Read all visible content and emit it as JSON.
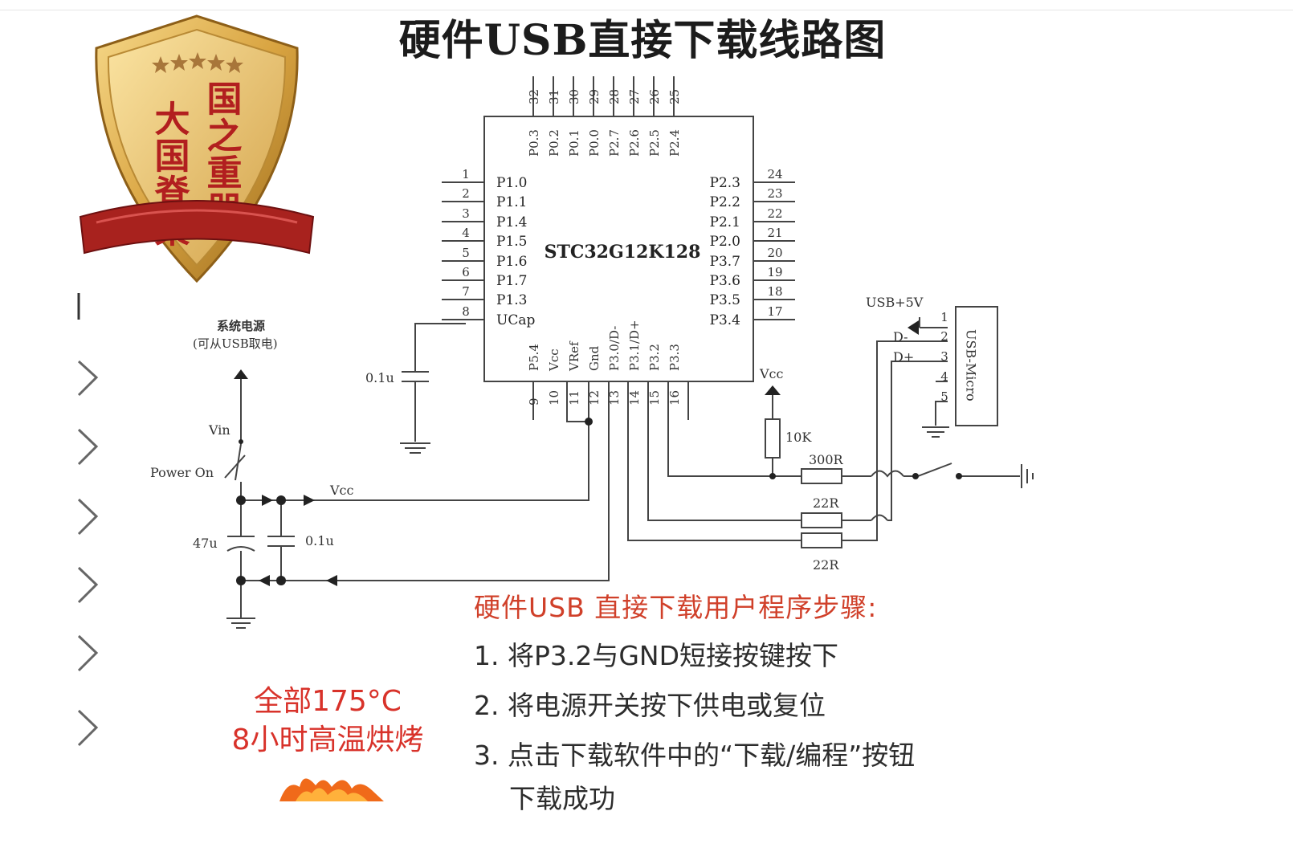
{
  "title": "硬件USB直接下载线路图",
  "badge": {
    "left_text": "大国脊梁",
    "right_text": "国之重器",
    "colors": {
      "gold": "#d9a441",
      "gold_dark": "#9a6a1c",
      "red": "#b21f1f",
      "ribbon": "#a8221e"
    }
  },
  "chip": {
    "name": "STC32G12K128",
    "top_pins": [
      {
        "num": "32",
        "label": "P0.3"
      },
      {
        "num": "31",
        "label": "P0.2"
      },
      {
        "num": "30",
        "label": "P0.1"
      },
      {
        "num": "29",
        "label": "P0.0"
      },
      {
        "num": "28",
        "label": "P2.7"
      },
      {
        "num": "27",
        "label": "P2.6"
      },
      {
        "num": "26",
        "label": "P2.5"
      },
      {
        "num": "25",
        "label": "P2.4"
      }
    ],
    "left_pins": [
      {
        "num": "1",
        "label": "P1.0"
      },
      {
        "num": "2",
        "label": "P1.1"
      },
      {
        "num": "3",
        "label": "P1.4"
      },
      {
        "num": "4",
        "label": "P1.5"
      },
      {
        "num": "5",
        "label": "P1.6"
      },
      {
        "num": "6",
        "label": "P1.7"
      },
      {
        "num": "7",
        "label": "P1.3"
      },
      {
        "num": "8",
        "label": "UCap"
      }
    ],
    "right_pins": [
      {
        "num": "24",
        "label": "P2.3"
      },
      {
        "num": "23",
        "label": "P2.2"
      },
      {
        "num": "22",
        "label": "P2.1"
      },
      {
        "num": "21",
        "label": "P2.0"
      },
      {
        "num": "20",
        "label": "P3.7"
      },
      {
        "num": "19",
        "label": "P3.6"
      },
      {
        "num": "18",
        "label": "P3.5"
      },
      {
        "num": "17",
        "label": "P3.4"
      }
    ],
    "bottom_pins": [
      {
        "num": "9",
        "label": "P5.4"
      },
      {
        "num": "10",
        "label": "Vcc"
      },
      {
        "num": "11",
        "label": "VRef"
      },
      {
        "num": "12",
        "label": "Gnd"
      },
      {
        "num": "13",
        "label": "P3.0/D-"
      },
      {
        "num": "14",
        "label": "P3.1/D+"
      },
      {
        "num": "15",
        "label": "P3.2"
      },
      {
        "num": "16",
        "label": "P3.3"
      }
    ]
  },
  "labels": {
    "ucap_cap": "0.1u",
    "power_title": "系统电源",
    "power_sub": "(可从USB取电)",
    "vin": "Vin",
    "power_on": "Power On",
    "vcc_wire": "Vcc",
    "cap_47u": "47u",
    "cap_01u": "0.1u",
    "vcc_top": "Vcc",
    "r_10k": "10K",
    "r_300": "300R",
    "r_22a": "22R",
    "r_22b": "22R",
    "usb_5v": "USB+5V",
    "d_minus": "D-",
    "d_plus": "D+",
    "usb_name": "USB-Micro",
    "usb_pins": [
      "1",
      "2",
      "3",
      "4",
      "5"
    ]
  },
  "steps": {
    "heading": "硬件USB 直接下载用户程序步骤:",
    "items": [
      "1. 将P3.2与GND短接按键按下",
      "2. 将电源开关按下供电或复位",
      "3. 点击下载软件中的“下载/编程”按钮"
    ],
    "continuation": "下载成功"
  },
  "bake": {
    "line1": "全部175°C",
    "line2": "8小时高温烘烤"
  }
}
